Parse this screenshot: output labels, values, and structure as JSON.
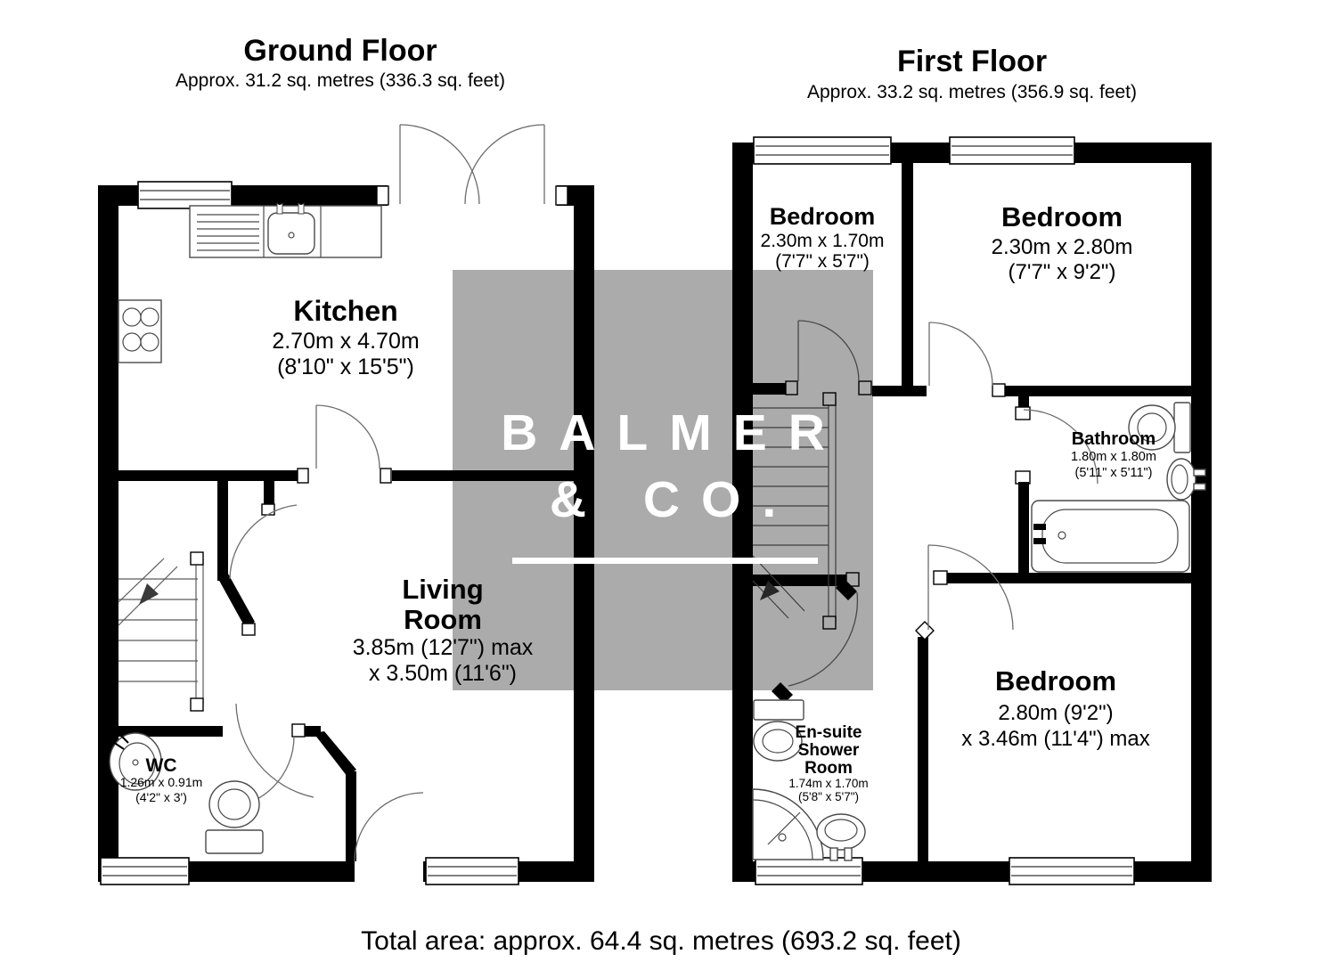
{
  "ground_floor": {
    "title": "Ground Floor",
    "subtitle": "Approx. 31.2 sq. metres (336.3 sq. feet)",
    "rooms": {
      "kitchen": {
        "name": "Kitchen",
        "dims_metric": "2.70m x 4.70m",
        "dims_imperial": "(8'10\" x 15'5\")"
      },
      "living_room": {
        "name_line1": "Living",
        "name_line2": "Room",
        "dims_line1": "3.85m (12'7\") max",
        "dims_line2": "x 3.50m (11'6\")"
      },
      "wc": {
        "name": "WC",
        "dims_metric": "1.26m x 0.91m",
        "dims_imperial": "(4'2\" x 3')"
      }
    }
  },
  "first_floor": {
    "title": "First Floor",
    "subtitle": "Approx. 33.2 sq. metres (356.9 sq. feet)",
    "rooms": {
      "bedroom_small": {
        "name": "Bedroom",
        "dims_metric": "2.30m x 1.70m",
        "dims_imperial": "(7'7\" x 5'7\")"
      },
      "bedroom_front": {
        "name": "Bedroom",
        "dims_metric": "2.30m x 2.80m",
        "dims_imperial": "(7'7\" x 9'2\")"
      },
      "bathroom": {
        "name": "Bathroom",
        "dims_metric": "1.80m x 1.80m",
        "dims_imperial": "(5'11\" x 5'11\")"
      },
      "ensuite": {
        "name_line1": "En-suite",
        "name_line2": "Shower",
        "name_line3": "Room",
        "dims_metric": "1.74m x 1.70m",
        "dims_imperial": "(5'8\" x 5'7\")"
      },
      "bedroom_main": {
        "name": "Bedroom",
        "dims_line1": "2.80m (9'2\")",
        "dims_line2": "x 3.46m (11'4\") max"
      }
    }
  },
  "watermark": {
    "line1": "BALMER",
    "line2": "& CO."
  },
  "footer": {
    "total_area": "Total area: approx. 64.4 sq. metres (693.2 sq. feet)"
  },
  "colors": {
    "wall": "#000000",
    "watermark_gray": "#ababab",
    "background": "#ffffff"
  }
}
